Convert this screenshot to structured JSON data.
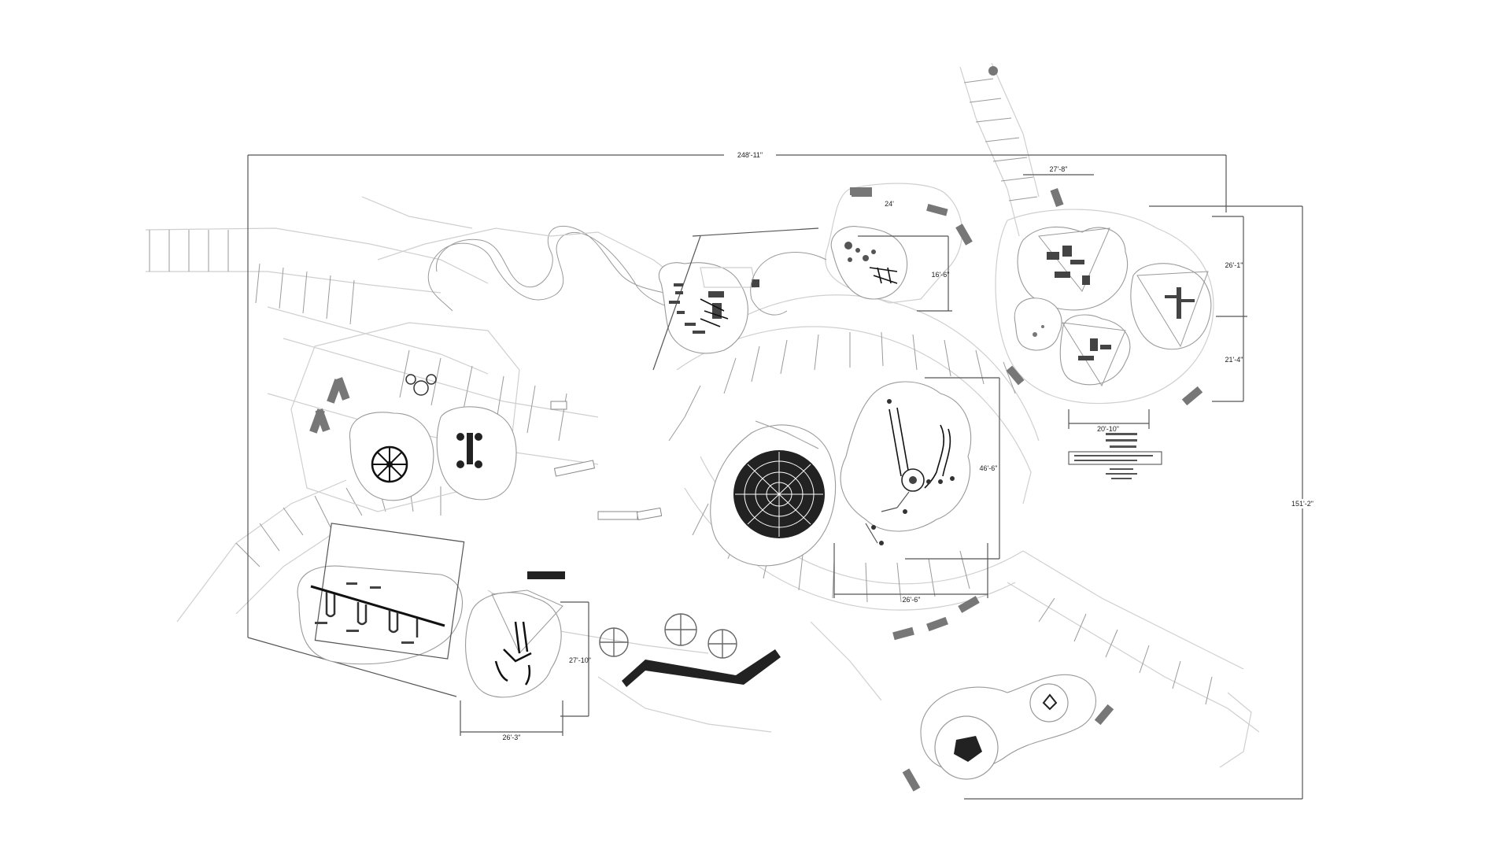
{
  "drawing": {
    "overall_width": "248'-11\"",
    "overall_height": "151'-2\"",
    "dims": {
      "upper_width": "27'-8\"",
      "upper_right_1": "26'-1\"",
      "upper_right_2": "21'-4\"",
      "upper_bottom": "20'-10\"",
      "small_area": "16'-6\"",
      "center_height": "46'-6\"",
      "center_width": "26'-6\"",
      "lower_left_height": "27'-10\"",
      "lower_left_width": "26'-3\""
    }
  },
  "colors": {
    "linework": "#555555",
    "faint": "#cfcfcf",
    "bench": "#777777",
    "background": "#ffffff"
  }
}
